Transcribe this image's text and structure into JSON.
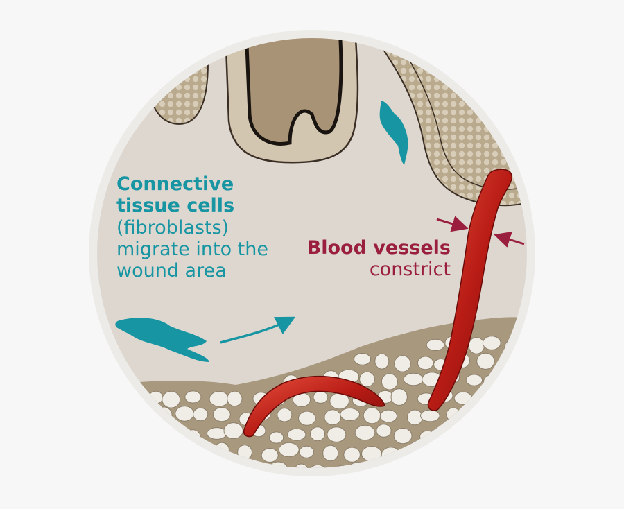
{
  "fibroblast_label": {
    "title_line1": "Connective",
    "title_line2": "tissue cells",
    "desc_line1": "(fibroblasts)",
    "desc_line2": "migrate into the",
    "desc_line3": "wound area"
  },
  "vessel_label": {
    "title": "Blood vessels",
    "desc": "constrict"
  },
  "colors": {
    "background": "#ddd7cf",
    "teal": "#1795a3",
    "vessel_text": "#9a1f3e",
    "blood": "#c8241c",
    "tissue": "#a8987e",
    "fat_cells": "#f0ede7"
  }
}
